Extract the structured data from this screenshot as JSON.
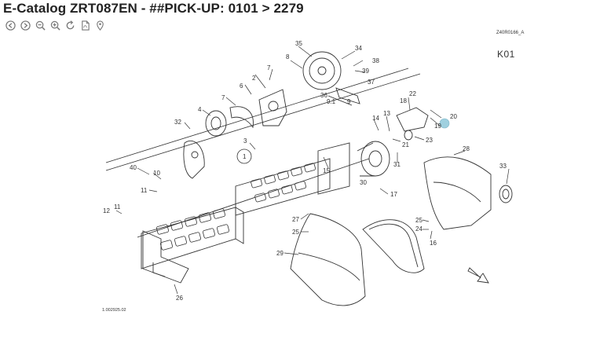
{
  "header": {
    "title": "E-Catalog ZRT087EN - ##PICK-UP: 0101 > 2279"
  },
  "toolbar": {
    "buttons": [
      {
        "icon": "back-icon"
      },
      {
        "icon": "forward-icon"
      },
      {
        "icon": "zoom-out-icon"
      },
      {
        "icon": "zoom-in-icon"
      },
      {
        "icon": "reset-icon"
      },
      {
        "icon": "pdf-icon"
      },
      {
        "icon": "location-pin-icon"
      }
    ]
  },
  "diagram": {
    "ref_code": "Z40R0166_A",
    "group_code": "K01",
    "drawing_code": "1.002925.02",
    "callouts": [
      "35",
      "34",
      "8",
      "36",
      "38",
      "39",
      "37",
      "7",
      "2",
      "6",
      "9.1",
      "9",
      "7",
      "4",
      "32",
      "3",
      "1",
      "40",
      "10",
      "11",
      "12",
      "11",
      "26",
      "22",
      "18",
      "13",
      "14",
      "20",
      "19",
      "21",
      "23",
      "15",
      "31",
      "30",
      "28",
      "33",
      "17",
      "27",
      "25",
      "25",
      "24",
      "16",
      "29"
    ]
  },
  "colors": {
    "hotspot": "#9fd0df",
    "line": "#333333"
  }
}
